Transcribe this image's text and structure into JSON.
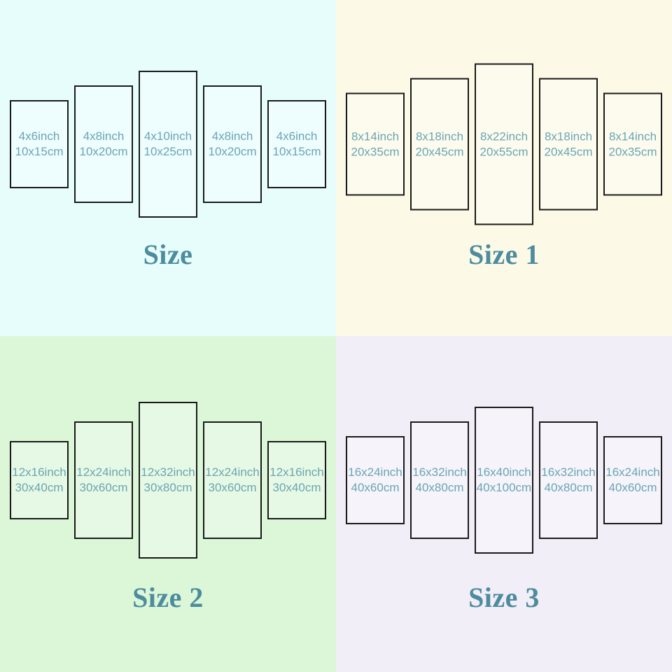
{
  "colors": {
    "panel_border": "#1a1a1a",
    "panel_text": "#6aa5b4",
    "title_text": "#4d8c9e"
  },
  "quadrants": [
    {
      "title": "Size",
      "bg": "#e7fdfc",
      "panels": [
        {
          "inches": "4x6inch",
          "cm": "10x15cm",
          "inch_w": 4,
          "inch_h": 6
        },
        {
          "inches": "4x8inch",
          "cm": "10x20cm",
          "inch_w": 4,
          "inch_h": 8
        },
        {
          "inches": "4x10inch",
          "cm": "10x25cm",
          "inch_w": 4,
          "inch_h": 10
        },
        {
          "inches": "4x8inch",
          "cm": "10x20cm",
          "inch_w": 4,
          "inch_h": 8
        },
        {
          "inches": "4x6inch",
          "cm": "10x15cm",
          "inch_w": 4,
          "inch_h": 6
        }
      ]
    },
    {
      "title": "Size 1",
      "bg": "#fcfae7",
      "panels": [
        {
          "inches": "8x14inch",
          "cm": "20x35cm",
          "inch_w": 8,
          "inch_h": 14
        },
        {
          "inches": "8x18inch",
          "cm": "20x45cm",
          "inch_w": 8,
          "inch_h": 18
        },
        {
          "inches": "8x22inch",
          "cm": "20x55cm",
          "inch_w": 8,
          "inch_h": 22
        },
        {
          "inches": "8x18inch",
          "cm": "20x45cm",
          "inch_w": 8,
          "inch_h": 18
        },
        {
          "inches": "8x14inch",
          "cm": "20x35cm",
          "inch_w": 8,
          "inch_h": 14
        }
      ]
    },
    {
      "title": "Size 2",
      "bg": "#dcf7d8",
      "panels": [
        {
          "inches": "12x16inch",
          "cm": "30x40cm",
          "inch_w": 12,
          "inch_h": 16
        },
        {
          "inches": "12x24inch",
          "cm": "30x60cm",
          "inch_w": 12,
          "inch_h": 24
        },
        {
          "inches": "12x32inch",
          "cm": "30x80cm",
          "inch_w": 12,
          "inch_h": 32
        },
        {
          "inches": "12x24inch",
          "cm": "30x60cm",
          "inch_w": 12,
          "inch_h": 24
        },
        {
          "inches": "12x16inch",
          "cm": "30x40cm",
          "inch_w": 12,
          "inch_h": 16
        }
      ]
    },
    {
      "title": "Size 3",
      "bg": "#f2eef8",
      "panels": [
        {
          "inches": "16x24inch",
          "cm": "40x60cm",
          "inch_w": 16,
          "inch_h": 24
        },
        {
          "inches": "16x32inch",
          "cm": "40x80cm",
          "inch_w": 16,
          "inch_h": 32
        },
        {
          "inches": "16x40inch",
          "cm": "40x100cm",
          "inch_w": 16,
          "inch_h": 40
        },
        {
          "inches": "16x32inch",
          "cm": "40x80cm",
          "inch_w": 16,
          "inch_h": 32
        },
        {
          "inches": "16x24inch",
          "cm": "40x60cm",
          "inch_w": 16,
          "inch_h": 24
        }
      ]
    }
  ]
}
